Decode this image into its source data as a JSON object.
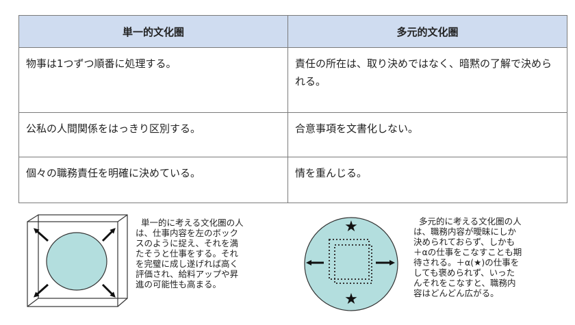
{
  "table": {
    "headers": [
      "単一的文化圏",
      "多元的文化圏"
    ],
    "rows": [
      [
        "物事は1つずつ順番に処理する。",
        "責任の所在は、取り決めではなく、暗黙の了解で決められる。"
      ],
      [
        "公私の人間関係をはっきり区別する。",
        "合意事項を文書化しない。"
      ],
      [
        "個々の職務責任を明確に決めている。",
        "情を重んじる。"
      ]
    ]
  },
  "captions": {
    "left": [
      "単一的に考える文化圏の人",
      "は、仕事内容を左のボック",
      "スのように捉え、それを満",
      "たそうと仕事をする。それ",
      "を完璧に成し遂げれば高く",
      "評価され、給料アップや昇",
      "進の可能性も高まる。"
    ],
    "right": [
      "多元的に考える文化圏の人",
      "は、職務内容が曖昧にしか",
      "決められておらず、しかも",
      "＋αの仕事をこなすことも期",
      "待される。＋α(★)の仕事を",
      "しても褒められず、いった",
      "んそれをこなすと、職務内",
      "容はどんどん広がる。"
    ]
  },
  "colors": {
    "header_bg": "#cfdcf0",
    "circle_fill": "#b3dede"
  }
}
